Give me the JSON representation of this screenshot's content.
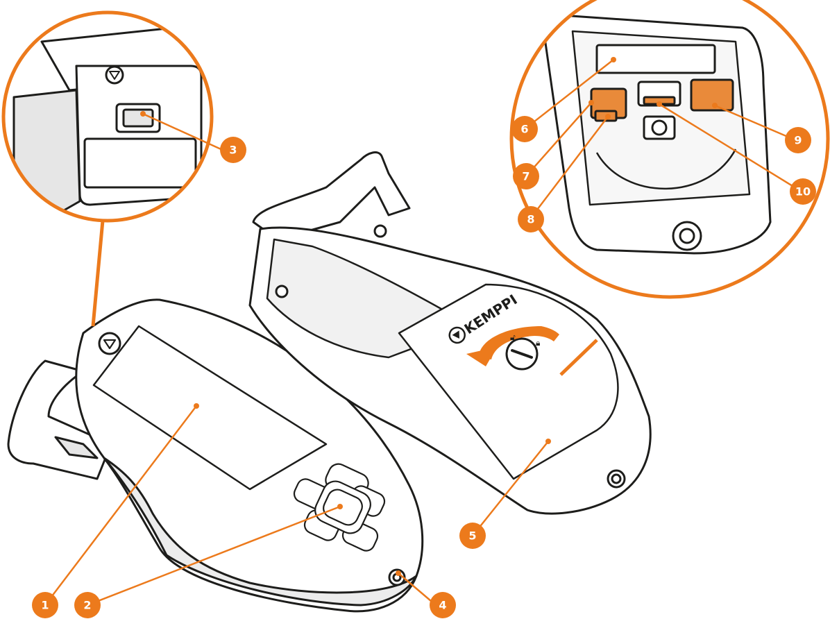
{
  "colors": {
    "accent": "#ec7a1c",
    "accent_fill": "#e98a3a",
    "outline": "#1d1d1b",
    "shade": "#e6e6e6",
    "body": "#ffffff"
  },
  "brand": {
    "name": "KEMPPI",
    "logo_icon": "kemppi-triangle-logo-icon"
  },
  "icons": {
    "rotate_arrow": "rotate-arrow-icon",
    "unlock": "unlock-icon",
    "lock": "lock-icon"
  },
  "callouts": [
    {
      "label": "1"
    },
    {
      "label": "2"
    },
    {
      "label": "3"
    },
    {
      "label": "4"
    },
    {
      "label": "5"
    },
    {
      "label": "6"
    },
    {
      "label": "7"
    },
    {
      "label": "8"
    },
    {
      "label": "9"
    },
    {
      "label": "10"
    }
  ]
}
